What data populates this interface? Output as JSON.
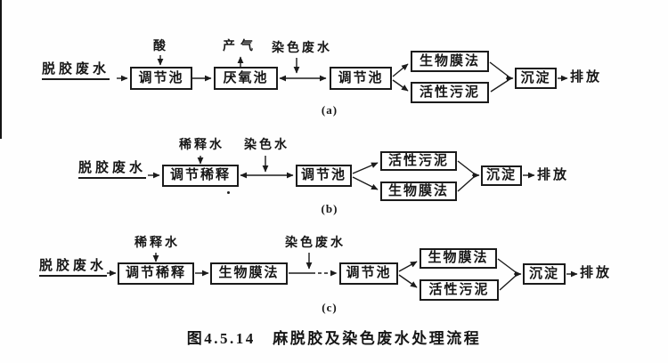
{
  "colors": {
    "ink": "#1b1b1b",
    "paper": "#fefefe"
  },
  "caption": "图4.5.14　麻脱胶及染色废水处理流程",
  "diagrams": [
    {
      "label": "(a)",
      "source": "脱胶废水",
      "annotations": [
        "酸",
        "产气",
        "染色废水"
      ],
      "boxes": [
        "调节池",
        "厌氧池",
        "调节池",
        "生物膜法",
        "活性污泥",
        "沉淀"
      ],
      "outlet": "排放"
    },
    {
      "label": "(b)",
      "source": "脱胶废水",
      "annotations": [
        "稀释水",
        "染色水"
      ],
      "boxes": [
        "调节稀释",
        "调节池",
        "活性污泥",
        "生物膜法",
        "沉淀"
      ],
      "outlet": "排放"
    },
    {
      "label": "(c)",
      "source": "脱胶废水",
      "annotations": [
        "稀释水",
        "染色废水"
      ],
      "boxes": [
        "调节稀释",
        "生物膜法",
        "调节池",
        "生物膜法",
        "活性污泥",
        "沉淀"
      ],
      "outlet": "排放"
    }
  ]
}
